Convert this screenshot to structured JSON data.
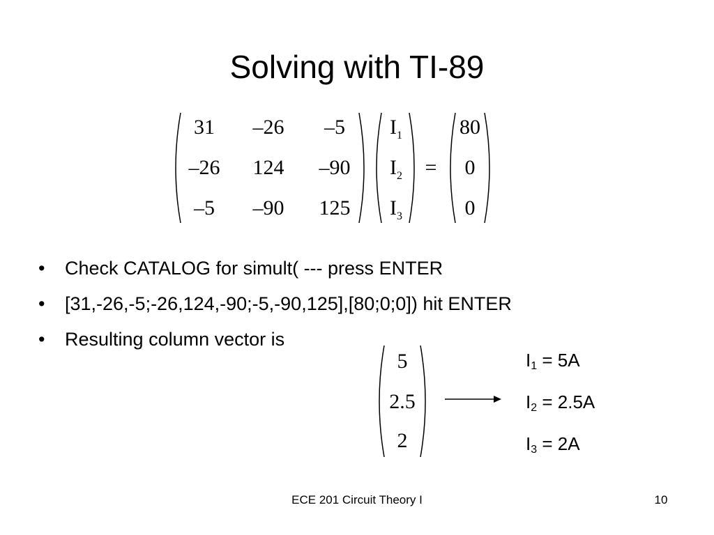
{
  "slide": {
    "title": "Solving with TI-89",
    "matrix": [
      [
        "31",
        "–26",
        "–5"
      ],
      [
        "–26",
        "124",
        "–90"
      ],
      [
        "–5",
        "–90",
        "125"
      ]
    ],
    "unknowns": [
      {
        "base": "I",
        "sub": "1"
      },
      {
        "base": "I",
        "sub": "2"
      },
      {
        "base": "I",
        "sub": "3"
      }
    ],
    "equals": "=",
    "rhs": [
      "80",
      "0",
      "0"
    ],
    "bullets": [
      "Check CATALOG for simult( --- press ENTER",
      "[31,-26,-5;-26,124,-90;-5,-90,125],[80;0;0]) hit ENTER",
      "Resulting column vector is"
    ],
    "bullet_symbol": "•",
    "result_vector": [
      "5",
      "2.5",
      "2"
    ],
    "results": [
      {
        "base": "I",
        "sub": "1",
        "value": "= 5A"
      },
      {
        "base": "I",
        "sub": "2",
        "value": "= 2.5A"
      },
      {
        "base": "I",
        "sub": "3",
        "value": "= 2A"
      }
    ],
    "footer": {
      "course": "ECE 201 Circuit Theory I",
      "page": "10"
    }
  }
}
